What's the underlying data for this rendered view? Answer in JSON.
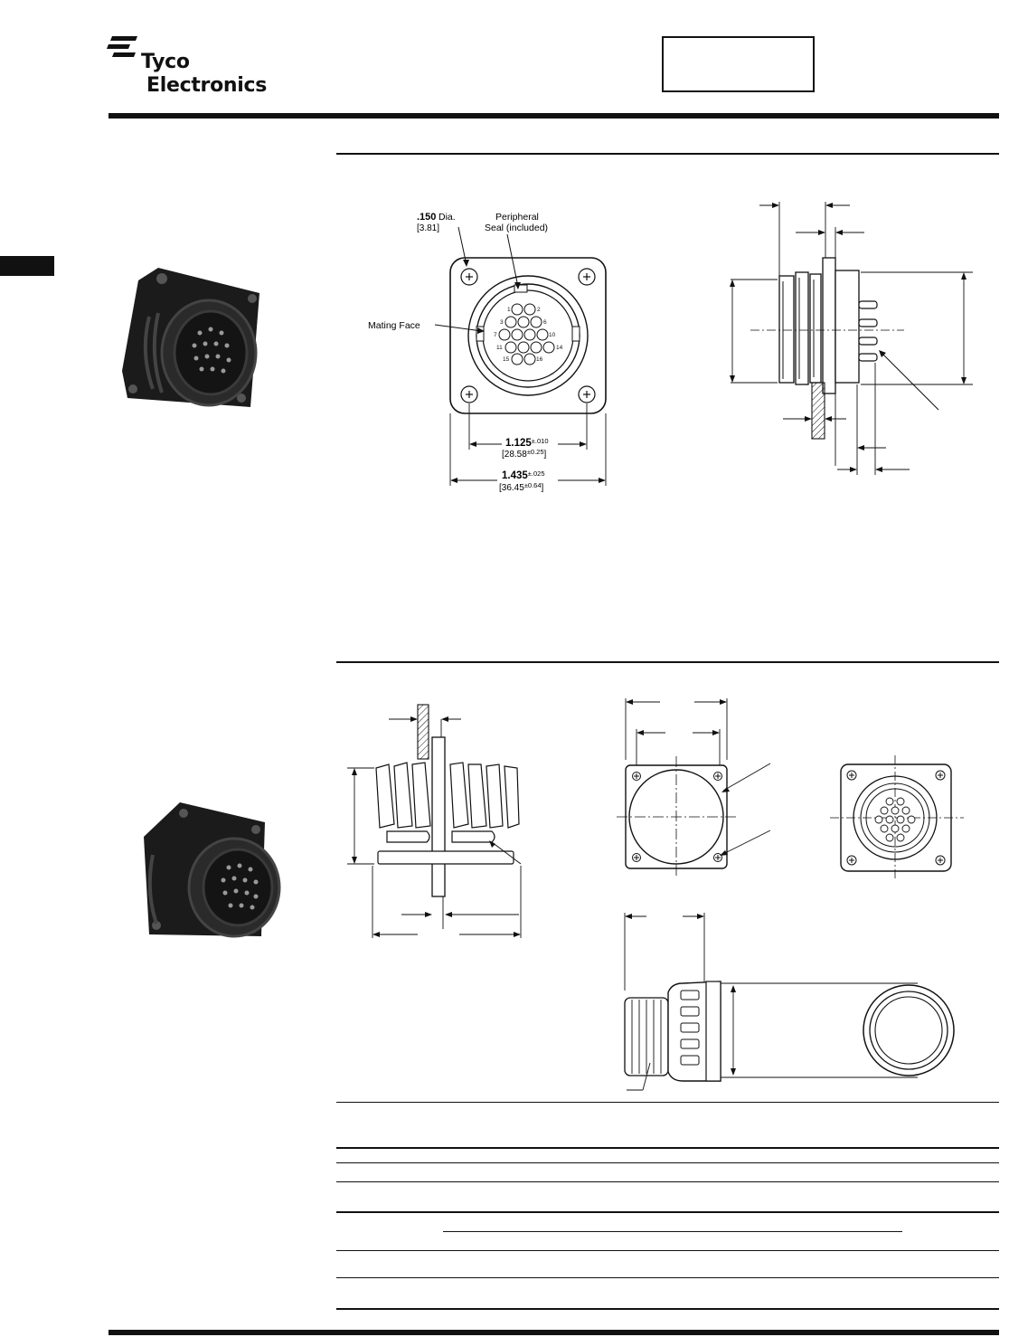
{
  "header": {
    "brand": {
      "line1": "Tyco",
      "line2": "Electronics"
    }
  },
  "drawing1": {
    "hole_dia": {
      "value": ".150",
      "metric": "[3.81]",
      "unit_label": "Dia."
    },
    "seal_label": {
      "line1": "Peripheral",
      "line2": "Seal (included)"
    },
    "mating_face_label": "Mating Face",
    "contact_numbers": [
      "1",
      "2",
      "3",
      "6",
      "7",
      "10",
      "11",
      "14",
      "15",
      "16"
    ],
    "dim_inner": {
      "value": "1.125",
      "tol": "±.010",
      "metric": "[28.58",
      "metric_tol": "±0.25",
      "close": "]"
    },
    "dim_outer": {
      "value": "1.435",
      "tol": "±.025",
      "metric": "[36.45",
      "metric_tol": "±0.64",
      "close": "]"
    }
  }
}
